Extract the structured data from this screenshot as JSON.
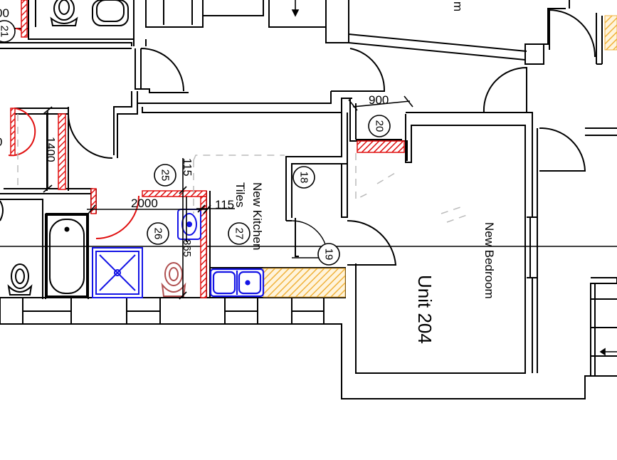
{
  "plan": {
    "rooms": {
      "new_kitchen": "New Kitchen",
      "tiles": "Tiles",
      "new_bedroom": "New Bedroom",
      "unit": "Unit 204",
      "partial_room_top": "m"
    },
    "dimensions": {
      "d_2000": "2000",
      "d_1400": "1400",
      "d_900": "900",
      "d_115_v": "115",
      "d_115_h": "115",
      "d_865": "865",
      "d_00_left": "00",
      "d_0_left": "0"
    },
    "tags": {
      "t18": "18",
      "t19": "19",
      "t20": "20",
      "t21": "21",
      "t25": "25",
      "t26": "26",
      "t27": "27"
    },
    "colors": {
      "wall": "#000000",
      "new_wall_hatch": "#e01010",
      "new_fixture": "#1414e6",
      "existing_fixture": "#b05050",
      "worktop_hatch": "#f0b23c",
      "guide": "#bbbbbb"
    }
  }
}
